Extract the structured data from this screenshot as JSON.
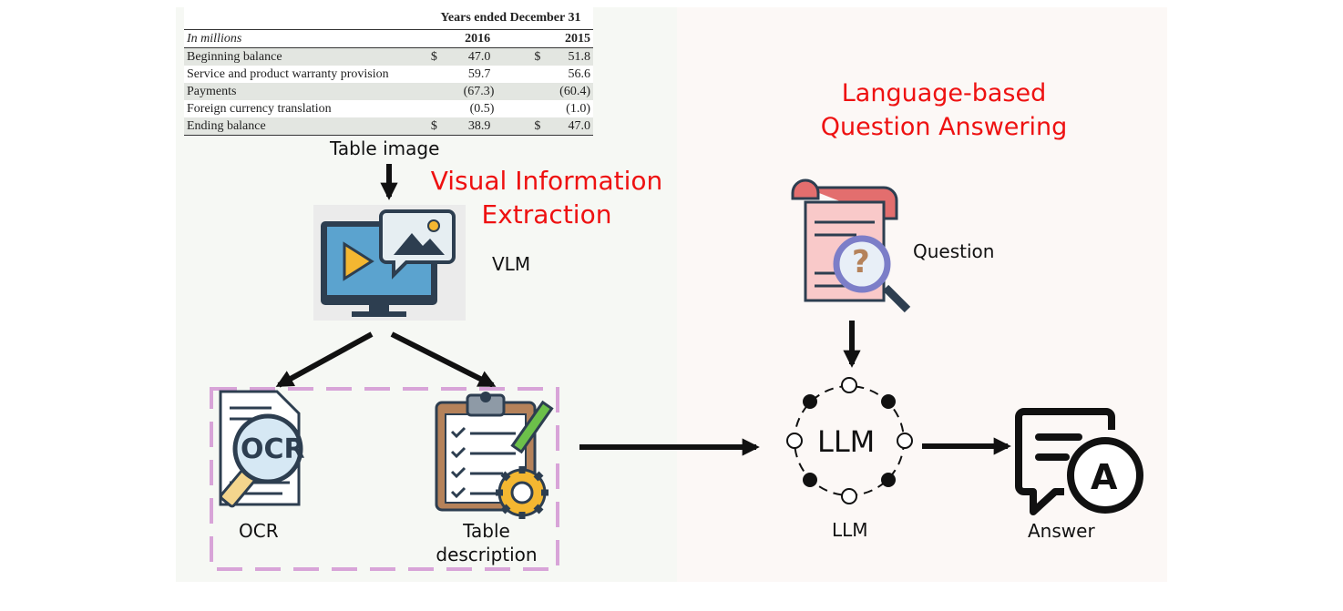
{
  "table": {
    "header_span": "Years ended December 31",
    "unit_label": "In millions",
    "years": [
      "2016",
      "2015"
    ],
    "rows": [
      {
        "label": "Beginning balance",
        "c1": "$",
        "v1": "47.0",
        "c2": "$",
        "v2": "51.8"
      },
      {
        "label": "Service and product warranty provision",
        "c1": "",
        "v1": "59.7",
        "c2": "",
        "v2": "56.6"
      },
      {
        "label": "Payments",
        "c1": "",
        "v1": "(67.3)",
        "c2": "",
        "v2": "(60.4)"
      },
      {
        "label": "Foreign currency translation",
        "c1": "",
        "v1": "(0.5)",
        "c2": "",
        "v2": "(1.0)"
      },
      {
        "label": "Ending balance",
        "c1": "$",
        "v1": "38.9",
        "c2": "$",
        "v2": "47.0"
      }
    ]
  },
  "labels": {
    "table_image": "Table image",
    "vie_title_line1": "Visual Information",
    "vie_title_line2": "Extraction",
    "vlm": "VLM",
    "ocr": "OCR",
    "ocr_icon_text": "OCR",
    "table_desc_line1": "Table",
    "table_desc_line2": "description",
    "lqa_title_line1": "Language-based",
    "lqa_title_line2": "Question Answering",
    "question": "Question",
    "llm_node": "LLM",
    "llm": "LLM",
    "answer": "Answer",
    "answer_icon_text": "A",
    "question_icon_text": "?"
  },
  "colors": {
    "accent_red": "#ee1111",
    "dashed_box": "#d8a4d8",
    "left_panel": "#f6f8f4",
    "right_panel": "#fcf8f6"
  }
}
